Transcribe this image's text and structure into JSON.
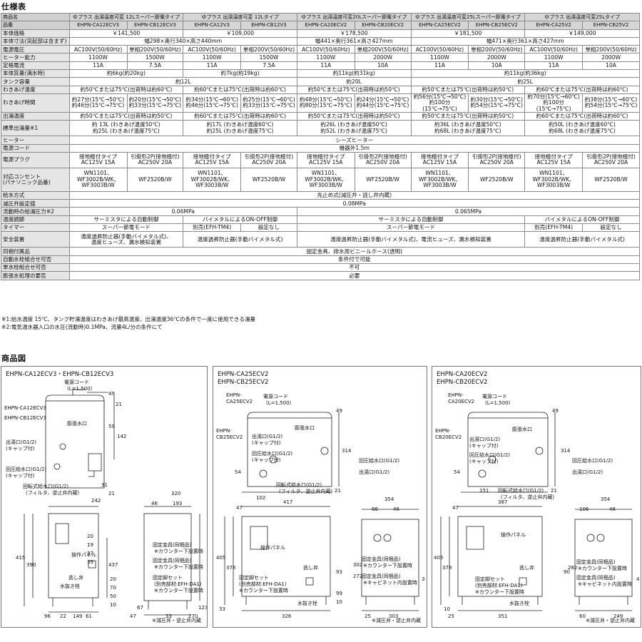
{
  "spec_title": "仕様表",
  "drawing_title": "商品図",
  "columns": 10,
  "table": [
    {
      "label": "商品名",
      "class": "model",
      "cells": [
        [
          "ゆプラス 出湯温度可変 12Lスーパー節電タイプ",
          2
        ],
        [
          "ゆプラス 出湯温度可変 12Lタイプ",
          2
        ],
        [
          "ゆプラス 出湯温度可変20Lスーパー節電タイプ",
          2
        ],
        [
          "ゆプラス 出湯温度可変25Lスーパー節電タイプ",
          2
        ],
        [
          "ゆプラス 出湯温度可変25Lタイプ",
          2
        ]
      ]
    },
    {
      "label": "品番",
      "class": "model",
      "cells": [
        [
          "EHPN-CA12ECV3",
          1
        ],
        [
          "EHPN-CB12ECV3",
          1
        ],
        [
          "EHPN-CA12V3",
          1
        ],
        [
          "EHPN-CB12V3",
          1
        ],
        [
          "EHPN-CA20ECV2",
          1
        ],
        [
          "EHPN-CB20ECV2",
          1
        ],
        [
          "EHPN-CA25ECV2",
          1
        ],
        [
          "EHPN-CB25ECV2",
          1
        ],
        [
          "EHPN-CA25V2",
          1
        ],
        [
          "EHPN-CB25V2",
          1
        ]
      ]
    },
    {
      "label": "本体価格",
      "cells": [
        [
          "￥141,500",
          2
        ],
        [
          "￥109,000",
          2
        ],
        [
          "￥178,500",
          2
        ],
        [
          "￥181,500",
          2
        ],
        [
          "￥149,000",
          2
        ]
      ]
    },
    {
      "label": "本体寸法(突起部は含まず)",
      "cells": [
        [
          "幅298×奥行340×高さ440mm",
          4
        ],
        [
          "幅441×奥行361×高さ427mm",
          2
        ],
        [
          "幅471×奥行361×高さ427mm",
          4
        ]
      ]
    },
    {
      "label": "電源電圧",
      "cells": [
        [
          "AC100V(50/60Hz)",
          1
        ],
        [
          "単相200V(50/60Hz)",
          1
        ],
        [
          "AC100V(50/60Hz)",
          1
        ],
        [
          "単相200V(50/60Hz)",
          1
        ],
        [
          "AC100V(50/60Hz)",
          1
        ],
        [
          "単相200V(50/60Hz)",
          1
        ],
        [
          "AC100V(50/60Hz)",
          1
        ],
        [
          "単相200V(50/60Hz)",
          1
        ],
        [
          "AC100V(50/60Hz)",
          1
        ],
        [
          "単相200V(50/60Hz)",
          1
        ]
      ]
    },
    {
      "label": "ヒーター能力",
      "cells": [
        [
          "1100W",
          1
        ],
        [
          "1500W",
          1
        ],
        [
          "1100W",
          1
        ],
        [
          "1500W",
          1
        ],
        [
          "1100W",
          1
        ],
        [
          "2000W",
          1
        ],
        [
          "1100W",
          1
        ],
        [
          "2000W",
          1
        ],
        [
          "1100W",
          1
        ],
        [
          "2000W",
          1
        ]
      ]
    },
    {
      "label": "定格電流",
      "cells": [
        [
          "11A",
          1
        ],
        [
          "7.5A",
          1
        ],
        [
          "11A",
          1
        ],
        [
          "7.5A",
          1
        ],
        [
          "11A",
          1
        ],
        [
          "10A",
          1
        ],
        [
          "11A",
          1
        ],
        [
          "10A",
          1
        ],
        [
          "11A",
          1
        ],
        [
          "10A",
          1
        ]
      ]
    },
    {
      "label": "本体質量(満水時)",
      "cells": [
        [
          "約6kg(約20kg)",
          2
        ],
        [
          "約7kg(約19kg)",
          2
        ],
        [
          "約11kg(約31kg)",
          2
        ],
        [
          "約11kg(約36kg)",
          4
        ]
      ]
    },
    {
      "label": "タンク容量",
      "cells": [
        [
          "約12L",
          4
        ],
        [
          "約20L",
          2
        ],
        [
          "約25L",
          4
        ]
      ]
    },
    {
      "label": "わきあげ温度",
      "cells": [
        [
          "約50℃または75℃(出荷時は約60℃)",
          2
        ],
        [
          "約60℃または75℃(出荷時は約60℃)",
          2
        ],
        [
          "約50℃または75℃(出荷時は約50℃)",
          2
        ],
        [
          "約50℃または75℃(出荷時は約50℃)",
          2
        ],
        [
          "約60℃または75℃(出荷時は約60℃)",
          2
        ]
      ]
    },
    {
      "label": "わきあげ時間",
      "class": "tall",
      "cells": [
        [
          "約27分(15℃→50℃)\n約46分(15℃→75℃)",
          1
        ],
        [
          "約20分(15℃→50℃)\n約33分(15℃→75℃)",
          1
        ],
        [
          "約34分(15℃→60℃)\n約46分(15℃→75℃)",
          1
        ],
        [
          "約25分(15℃→60℃)\n約33分(15℃→75℃)",
          1
        ],
        [
          "約48分(15℃→50℃)\n約80分(15℃→75℃)",
          1
        ],
        [
          "約24分(15℃→50℃)\n約44分(15℃→75℃)",
          1
        ],
        [
          "約56分(15℃→50℃)\n約100分(15℃→75℃)",
          1
        ],
        [
          "約30分(15℃→50℃)\n約54分(15℃→75℃)",
          1
        ],
        [
          "約70分(15℃→60℃)\n約100分(15℃→75℃)",
          1
        ],
        [
          "約38分(15℃→60℃)\n約54分(15℃→75℃)",
          1
        ]
      ]
    },
    {
      "label": "出湯温度",
      "cells": [
        [
          "約50℃または75℃(出荷時は約50℃)",
          2
        ],
        [
          "約60℃または75℃(出荷時は約60℃)",
          2
        ],
        [
          "約50℃または75℃(出荷時は約50℃)",
          2
        ],
        [
          "約50℃または75℃(出荷時は約50℃)",
          2
        ],
        [
          "約60℃または75℃(出荷時は約60℃)",
          2
        ]
      ]
    },
    {
      "label": "標準出湯量※1",
      "class": "tall",
      "cells": [
        [
          "約 13L (わきあげ温度50℃)\n約25L (わきあげ温度75℃)",
          2
        ],
        [
          "約17L (わきあげ温度60℃)\n約25L (わきあげ温度75℃)",
          2
        ],
        [
          "約26L (わきあげ温度50℃)\n約52L (わきあげ温度75℃)",
          2
        ],
        [
          "約36L (わきあげ温度50℃)\n約68L (わきあげ温度75℃)",
          2
        ],
        [
          "約50L (わきあげ温度60℃)\n約68L (わきあげ温度75℃)",
          2
        ]
      ]
    },
    {
      "label": "ヒーター",
      "cells": [
        [
          "シーズヒーター",
          10
        ]
      ]
    },
    {
      "label": "電源コード",
      "cells": [
        [
          "機器外1.5m",
          10
        ]
      ]
    },
    {
      "label": "電源プラグ",
      "class": "tall",
      "cells": [
        [
          "接地極付タイプ\nAC125V 15A",
          1
        ],
        [
          "引掛形2P(接地極付)\nAC250V 20A",
          1
        ],
        [
          "接地極付タイプ\nAC125V 15A",
          1
        ],
        [
          "引掛形2P(接地極付)\nAC250V 20A",
          1
        ],
        [
          "接地極付タイプ\nAC125V 15A",
          1
        ],
        [
          "引掛形2P(接地極付)\nAC250V 20A",
          1
        ],
        [
          "接地極付タイプ\nAC125V 15A",
          1
        ],
        [
          "引掛形2P(接地極付)\nAC250V 20A",
          1
        ],
        [
          "接地極付タイプ\nAC125V 15A",
          1
        ],
        [
          "引掛形2P(接地極付)\nAC250V 20A",
          1
        ]
      ]
    },
    {
      "label": "対応コンセント\n(パナソニック品番)",
      "class": "tall3",
      "cells": [
        [
          "WN1101、\nWF3002B/WK、\nWF3003B/W",
          1
        ],
        [
          "WF2520B/W",
          1
        ],
        [
          "WN1101、\nWF3002B/WK、\nWF3003B/W",
          1
        ],
        [
          "WF2520B/W",
          1
        ],
        [
          "WN1101、\nWF3002B/WK、\nWF3003B/W",
          1
        ],
        [
          "WF2520B/W",
          1
        ],
        [
          "WN1101、\nWF3002B/WK、\nWF3003B/W",
          1
        ],
        [
          "WF2520B/W",
          1
        ],
        [
          "WN1101、\nWF3002B/WK、\nWF3003B/W",
          1
        ],
        [
          "WF2520B/W",
          1
        ]
      ]
    },
    {
      "label": "給水方式",
      "cells": [
        [
          "先止め式(減圧弁・逃し弁内蔵)",
          10
        ]
      ]
    },
    {
      "label": "減圧弁設定値",
      "cells": [
        [
          "0.08MPa",
          10
        ]
      ]
    },
    {
      "label": "流動時の給湯圧力※2",
      "cells": [
        [
          "0.06MPa",
          4
        ],
        [
          "0.065MPa",
          6
        ]
      ]
    },
    {
      "label": "温度調節",
      "cells": [
        [
          "サーミスタによる自動制御",
          2
        ],
        [
          "バイメタルによるON-OFF制御",
          2
        ],
        [
          "サーミスタによる自動制御",
          4
        ],
        [
          "バイメタルによるON-OFF制御",
          2
        ]
      ]
    },
    {
      "label": "タイマー",
      "cells": [
        [
          "スーパー節電モード",
          2
        ],
        [
          "別売(EFH-TM4)",
          1
        ],
        [
          "設定なし",
          1
        ],
        [
          "スーパー節電モード",
          4
        ],
        [
          "別売(EFH-TM4)",
          1
        ],
        [
          "設定なし",
          1
        ]
      ]
    },
    {
      "label": "安全装置",
      "class": "tall",
      "cells": [
        [
          "温度過昇防止器(手動バイメタル式)、\n温度ヒューズ、漏水検知装置",
          2
        ],
        [
          "温度過昇防止器(手動バイメタル式)",
          2
        ],
        [
          "温度過昇防止器(手動バイメタル式)、電流ヒューズ、漏水検知装置",
          4
        ],
        [
          "温度過昇防止器(手動バイメタル式)",
          2
        ]
      ]
    },
    {
      "label": "同梱付属品",
      "cells": [
        [
          "固定金具、排水用ビニールホース(透明)",
          10
        ]
      ]
    },
    {
      "label": "自動水栓組合せ可否",
      "cells": [
        [
          "条件付で可能",
          10
        ]
      ]
    },
    {
      "label": "単水栓組合せ可否",
      "cells": [
        [
          "不可",
          10
        ]
      ]
    },
    {
      "label": "膨張水処理の要否",
      "cells": [
        [
          "必要",
          10
        ]
      ]
    }
  ],
  "notes": [
    "※1:給水温度 15℃、タンク貯湯温度はわきあげ最高温度、出湯温度36℃の条件で一度に使用できる湯量",
    "※2:電気温水器入口の水圧(流動時)0.1MPa、流量4L/分の条件にて"
  ],
  "panels": {
    "a": {
      "title": [
        "EHPN-CA12ECV3・EHPN-CB12ECV3"
      ],
      "labels": {
        "power_cord": "電源コード",
        "cord_length": "(L=1,500)",
        "model_a": "EHPN-CA12ECV3",
        "model_b": "EHPN-CB12ECV3",
        "expansion": "膨張水口",
        "outlet": "出湯口(G1/2)",
        "cap": "(キャップ付)",
        "inlet": "回圧給水口(G1/2)",
        "inlet_cap": "(キャップ付)",
        "swivel": "回転式給水口(G1/2)",
        "filter": "(フィルタ、逆止弁内蔵)",
        "op_panel": "操作パネル",
        "relief": "逃し弁",
        "drain": "水抜き栓",
        "bracket1": "固定金具(同梱品)",
        "bracket1_note": "※カウンター下設置時",
        "bracket2": "固定金具(同梱品)",
        "bracket2_note": "※カウンター下設置時",
        "stand": "固定脚セット",
        "stand_note": "(別売部材:EFH-DA1)",
        "stand_note2": "※カウンター下設置時"
      },
      "dims": [
        "49",
        "21",
        "59",
        "142",
        "31",
        "21",
        "320",
        "242",
        "193",
        "46",
        "20",
        "19",
        "27",
        "39",
        "415",
        "390",
        "437",
        "20",
        "70",
        "50",
        "10",
        "96",
        "22",
        "149",
        "61",
        "47",
        "33",
        "270",
        "67",
        "123"
      ],
      "footnote": "※減圧弁・逆止弁内蔵"
    },
    "b": {
      "title": [
        "EHPN-CA25ECV2",
        "EHPN-CB25ECV2"
      ],
      "labels": {
        "model_a": "EHPN-",
        "model_a2": "CA25ECV2",
        "model_b": "EHPN-",
        "model_b2": "CB25ECV2",
        "power_cord": "電源コード",
        "cord_length": "(L=1,500)",
        "expansion": "膨張水口",
        "outlet": "出湯口(G1/2)",
        "cap": "(キャップ付)",
        "inlet_p": "回圧給水口(G1/2)",
        "inlet_cap": "(キャップ付)",
        "inlet_r": "回圧給水口(G1/2)",
        "outlet_r": "出湯口(G1/2)",
        "swivel": "回転式給水口(G1/2)",
        "filter": "(フィルタ、逆止弁内蔵)",
        "op_panel": "操作パネル",
        "relief": "逃し弁",
        "drain": "水抜き栓",
        "bracket1": "固定金具(同梱品)",
        "bracket1_note": "※カウンター下設置時",
        "bracket2": "固定金具(同梱品)",
        "bracket2_note": "※キャビネット内設置時",
        "stand": "固定脚セット",
        "stand_note": "(別売部材:EFH-DA1)",
        "stand_note2": "※カウンター下設置時"
      },
      "dims": [
        "49",
        "314",
        "54",
        "102",
        "21",
        "47",
        "417",
        "354",
        "86",
        "46",
        "405",
        "378",
        "93",
        "302",
        "272",
        "99",
        "10",
        "33",
        "326",
        "25",
        "303",
        "3"
      ],
      "footnote": "※減圧弁・逆止弁内蔵"
    },
    "c": {
      "title": [
        "EHPN-CA20ECV2",
        "EHPN-CB20ECV2"
      ],
      "labels": {
        "model_a": "EHPN-",
        "model_a2": "CA20ECV2",
        "model_b": "EHPN-",
        "model_b2": "CB20ECV2",
        "power_cord": "電源コード",
        "cord_length": "(L=1,500)",
        "expansion": "膨張水口",
        "outlet": "出湯口(G1/2)",
        "cap": "(キャップ付)",
        "inlet_p": "回圧給水口(G1/2)",
        "inlet_cap": "(キャップ付)",
        "inlet_r": "回圧給水口(G1/2)",
        "outlet_r": "出湯口(G1/2)",
        "swivel": "回転式給水口(G1/2)",
        "filter": "(フィルタ、逆止弁内蔵)",
        "op_panel": "操作パネル",
        "relief": "逃し弁",
        "drain": "水抜き栓",
        "bracket1": "固定金具(同梱品)",
        "bracket1_note": "※カウンター下設置時",
        "bracket2": "固定金具(同梱品)",
        "bracket2_note": "※キャビネット内設置時",
        "stand": "固定脚セット",
        "stand_note": "(別売部材:EFH-DA1)",
        "stand_note2": "※カウンター下設置時"
      },
      "dims": [
        "49",
        "314",
        "54",
        "151",
        "21",
        "47",
        "387",
        "354",
        "106",
        "46",
        "405",
        "378",
        "90",
        "282",
        "249",
        "10",
        "25",
        "351",
        "60",
        "4"
      ],
      "footnote": "※減圧弁・逆止弁内蔵"
    }
  }
}
